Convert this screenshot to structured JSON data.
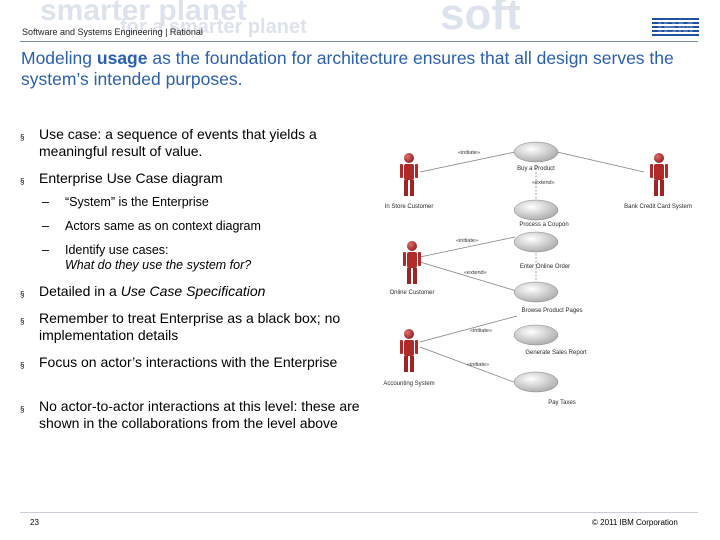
{
  "header": {
    "text": "Software and Systems Engineering | Rational",
    "logo_text": "IBM",
    "watermark": [
      "smarter planet",
      "for a smarter planet",
      "soft"
    ]
  },
  "title": {
    "part1": "Modeling ",
    "bold": "usage",
    "part2": " as the foundation for architecture ensures that all design serves the system’s intended purposes."
  },
  "bullets": [
    {
      "text": "Use case: a sequence of events that yields a meaningful result of value."
    },
    {
      "text": "Enterprise Use Case diagram"
    },
    {
      "text": "Detailed in a ",
      "italic": "Use Case Specification"
    },
    {
      "text": "Remember to treat Enterprise as a black box; no implementation details"
    },
    {
      "text": "Focus on actor’s interactions with the Enterprise"
    },
    {
      "text": "No actor-to-actor interactions at this level: these are shown in the collaborations from the level above"
    }
  ],
  "subbullets": [
    {
      "dash": "–",
      "text": "“System” is the Enterprise"
    },
    {
      "dash": "–",
      "text": "Actors same as on context diagram"
    },
    {
      "dash": "–",
      "text": "Identify use cases:",
      "italic": "What do they use the system for?"
    }
  ],
  "bullet_mark": "§",
  "diagram": {
    "actors": [
      "In Store Customer",
      "Bank Credit Card System",
      "Online Customer",
      "Accounting System"
    ],
    "use_cases": [
      "Buy a Product",
      "Process a Coupon",
      "Enter Online Order",
      "Browse Product Pages",
      "Generate Sales Report",
      "Pay Taxes"
    ],
    "stereotypes": [
      "«initiate»",
      "«extend»",
      "«initiate»",
      "«extend»",
      "«initiate»",
      "«initiate»"
    ]
  },
  "footer": {
    "page_number": "23",
    "copyright": "© 2011 IBM Corporation"
  },
  "colors": {
    "title": "#2a5fae",
    "ibm_logo": "#1f4fa0",
    "actor": "#b02a2a"
  }
}
